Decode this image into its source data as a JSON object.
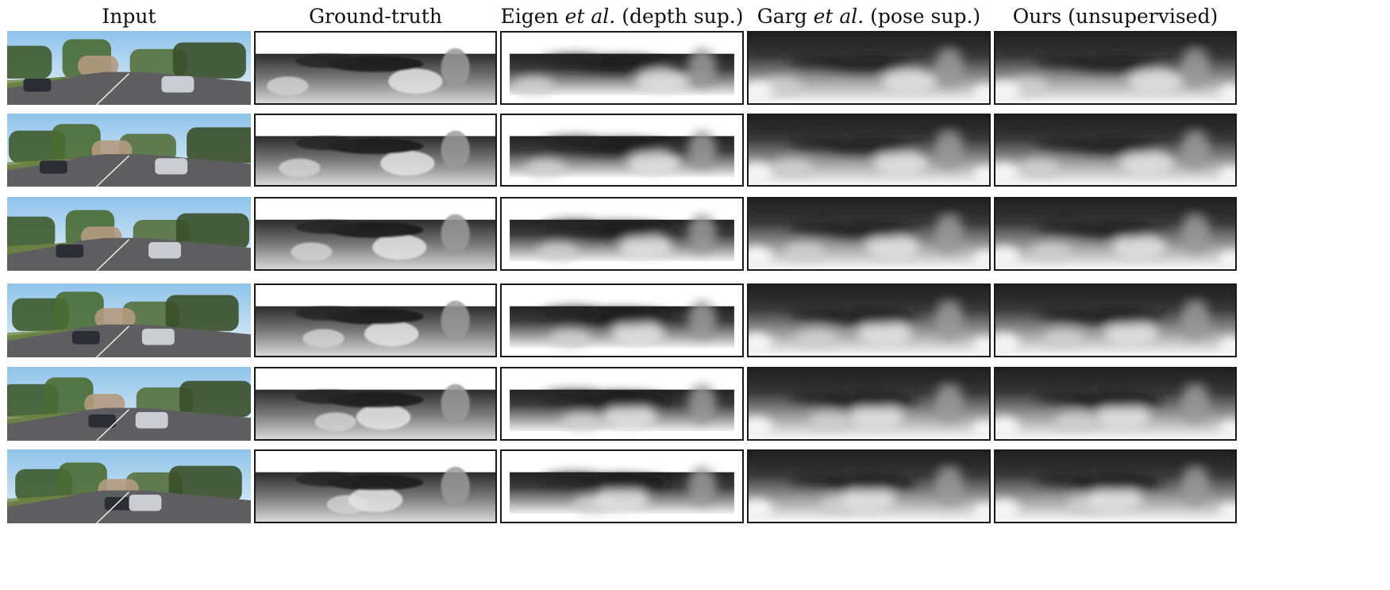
{
  "figure": {
    "columns": [
      {
        "id": "input",
        "pre": "Input",
        "em": "",
        "post": ""
      },
      {
        "id": "gt",
        "pre": "Ground-truth",
        "em": "",
        "post": ""
      },
      {
        "id": "eigen",
        "pre": "Eigen ",
        "em": "et al.",
        "post": " (depth sup.)"
      },
      {
        "id": "garg",
        "pre": "Garg ",
        "em": "et al.",
        "post": " (pose sup.)"
      },
      {
        "id": "ours",
        "pre": "Ours (unsupervised)",
        "em": "",
        "post": ""
      }
    ],
    "row_count": 6,
    "sky_color": "#8fc3ea",
    "frame_color": "#1a1a1a"
  }
}
